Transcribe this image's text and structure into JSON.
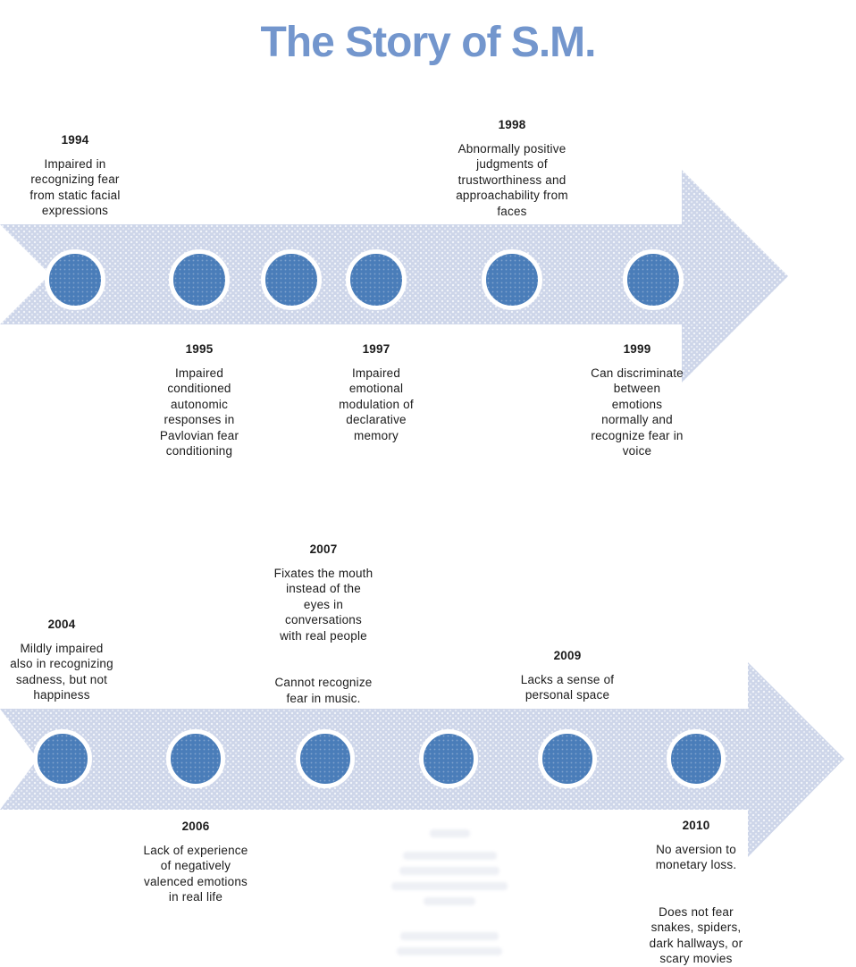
{
  "title": "The Story of S.M.",
  "colors": {
    "title_blue": "#7396cd",
    "arrow_fill": "#cdd5e9",
    "circle_blue": "#4a7db9",
    "circle_ring": "#ffffff",
    "text": "#1b1b1b"
  },
  "timelines": [
    {
      "name": "upper-timeline",
      "events": [
        {
          "year": "1994",
          "side": "above",
          "description": "Impaired in\nrecognizing fear\nfrom static facial\nexpressions"
        },
        {
          "year": "1995",
          "side": "below",
          "description": "Impaired\nconditioned\nautonomic\nresponses in\nPavlovian fear\nconditioning"
        },
        {
          "year": "1997",
          "side": "below",
          "description": "Impaired\nemotional\nmodulation of\ndeclarative\nmemory"
        },
        {
          "year": "1998",
          "side": "above",
          "description": "Abnormally positive\njudgments of\ntrustworthiness and\napproachability from\nfaces"
        },
        {
          "year": "1999",
          "side": "below",
          "description": "Can discriminate\nbetween\nemotions\nnormally and\nrecognize fear in\nvoice"
        }
      ]
    },
    {
      "name": "lower-timeline",
      "events": [
        {
          "year": "2004",
          "side": "above",
          "description": "Mildly impaired\nalso in recognizing\nsadness, but not\nhappiness"
        },
        {
          "year": "2006",
          "side": "below",
          "description": "Lack of experience\nof negatively\nvalenced emotions\nin real life"
        },
        {
          "year": "2007",
          "side": "above",
          "description": "Fixates the mouth\ninstead of the\neyes in\nconversations\nwith real people\n\n\nCannot recognize\nfear in music."
        },
        {
          "year": "2009",
          "side": "above",
          "description": "Lacks a sense of\npersonal space"
        },
        {
          "year": "2010",
          "side": "below",
          "description": "No aversion to\nmonetary loss.\n\n\nDoes not fear\nsnakes, spiders,\ndark hallways, or\nscary movies"
        }
      ]
    }
  ]
}
